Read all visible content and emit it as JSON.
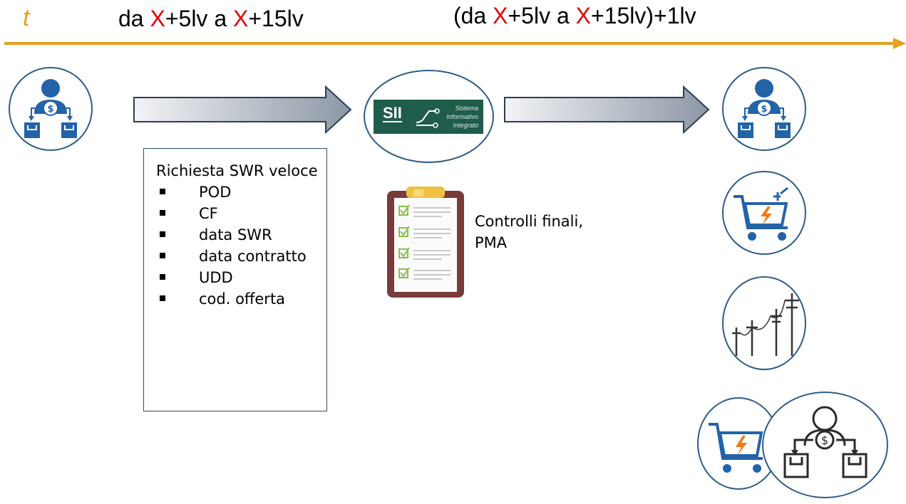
{
  "timeline": {
    "t_label": "t",
    "phase_1": {
      "prefix": "da ",
      "x1": "X",
      "mid": "+5lv a ",
      "x2": "X",
      "suffix": "+15lv"
    },
    "phase_2": {
      "prefix": "(da ",
      "x1": "X",
      "mid": "+5lv a ",
      "x2": "X",
      "suffix": "+15lv)+1lv"
    },
    "axis_color": "#e8a020",
    "x_color": "#e00000"
  },
  "request": {
    "title": "Richiesta SWR veloce",
    "items": [
      "POD",
      "CF",
      "data SWR",
      "data contratto",
      "UDD",
      "cod. offerta"
    ]
  },
  "sii": {
    "logo_text": "SII",
    "sub_line_1": "Sistema",
    "sub_line_2": "Informativo",
    "sub_line_3": "Integrato",
    "color": "#1f5c4c"
  },
  "controls": {
    "label": "Controlli finali, PMA"
  },
  "icons": {
    "seller_left": "customer-switch-icon",
    "seller_right": "customer-switch-icon",
    "cart": "energy-cart-icon",
    "grid": "power-lines-icon",
    "cart_overlap": "energy-cart-icon",
    "switch_overlap": "customer-switch-outline-icon",
    "clipboard": "checklist-clipboard-icon"
  },
  "colors": {
    "icon_blue": "#2363a8",
    "circle_border": "#2e5c8a",
    "arrow_gray": "#9aa4b2"
  }
}
